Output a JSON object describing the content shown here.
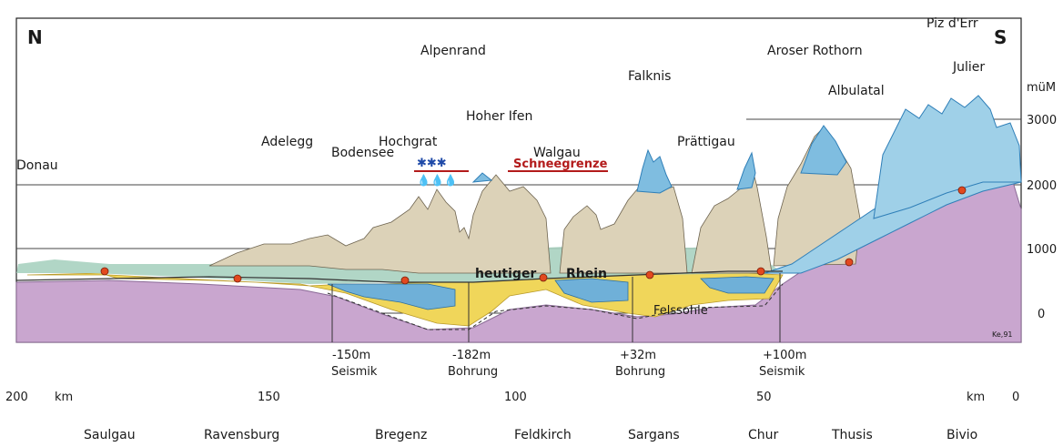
{
  "compass": {
    "north": "N",
    "south": "S"
  },
  "axis_unit": "müM",
  "elevation_ticks": [
    "3000",
    "2000",
    "1000",
    "0"
  ],
  "peaks": {
    "donau": "Donau",
    "adelegg": "Adelegg",
    "bodensee": "Bodensee",
    "hochgrat": "Hochgrat",
    "alpenrand": "Alpenrand",
    "hoher_ifen": "Hoher Ifen",
    "walgau": "Walgau",
    "falknis": "Falknis",
    "praettigau": "Prättigau",
    "aroser_rothorn": "Aroser Rothorn",
    "albulatal": "Albulatal",
    "piz_derr": "Piz d'Err",
    "julier": "Julier"
  },
  "snowline_label": "Schneegrenze",
  "river_labels": {
    "heutiger": "heutiger",
    "rhein": "Rhein"
  },
  "bedrock_label": "Felssohle",
  "signature": "Ke,91",
  "depth_markers": [
    {
      "depth": "-150m",
      "method": "Seismik"
    },
    {
      "depth": "-182m",
      "method": "Bohrung"
    },
    {
      "depth": "+32m",
      "method": "Bohrung"
    },
    {
      "depth": "+100m",
      "method": "Seismik"
    }
  ],
  "distance_axis": {
    "unit_left": "km",
    "unit_right": "km",
    "ticks": [
      "200",
      "150",
      "100",
      "50",
      "0"
    ]
  },
  "towns": [
    "Saulgau",
    "Ravensburg",
    "Bregenz",
    "Feldkirch",
    "Sargans",
    "Chur",
    "Thusis",
    "Bivio"
  ],
  "colors": {
    "bedrock": "#c9a6cf",
    "gravel": "#f0d65a",
    "lake": "#6fb0d8",
    "valley_fill": "#a9d2c0",
    "mountain": "#dcd2b8",
    "ice": "#9fd0e8",
    "ice_dark": "#2f7fb8",
    "snowline": "#b31b1b",
    "marker": "#e2491f"
  }
}
